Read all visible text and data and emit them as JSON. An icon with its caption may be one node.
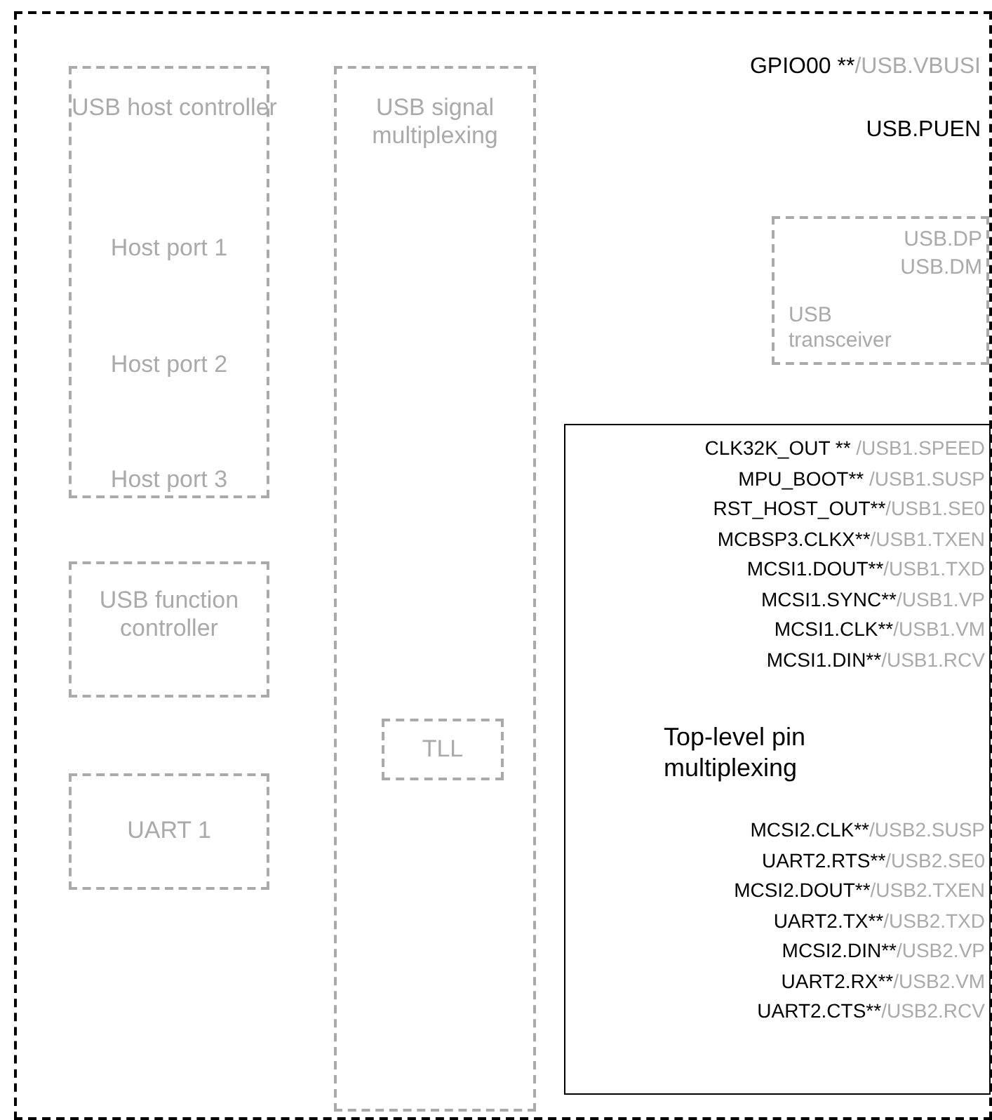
{
  "diagram": {
    "nodes": [
      {
        "text": [],
        "shape": "box"
      },
      {
        "text": [
          "USB host controller",
          "Host port 1",
          "Host port 2",
          "Host port 3"
        ],
        "in": 0
      },
      {
        "text": [
          "USB signal multiplexing"
        ],
        "in": 0
      },
      {
        "text": [
          "TLL"
        ],
        "in": 2
      },
      {
        "text": [
          "USB function controller"
        ],
        "in": 0
      },
      {
        "text": [
          "UART 1"
        ],
        "in": 0
      },
      {
        "text": [
          "USB.DP",
          "USB.DM",
          "USB transceiver"
        ],
        "in": 0
      },
      {
        "text": [
          "CLK32K_OUT ** /USB1.SPEED",
          "MPU_BOOT** /USB1.SUSP",
          "RST_HOST_OUT**/USB1.SE0",
          "MCBSP3.CLKX**/USB1.TXEN",
          "MCSI1.DOUT**/USB1.TXD",
          "MCSI1.SYNC**/USB1.VP",
          "MCSI1.CLK**/USB1.VM",
          "MCSI1.DIN**/USB1.RCV",
          "Top-level pin multiplexing",
          "MCSI2.CLK**/USB2.SUSP",
          "UART2.RTS**/USB2.SE0",
          "MCSI2.DOUT**/USB2.TXEN",
          "UART2.TX**/USB2.TXD",
          "MCSI2.DIN**/USB2.VP",
          "UART2.RX**/USB2.VM",
          "UART2.CTS**/USB2.RCV"
        ],
        "in": 0
      }
    ],
    "edges": [],
    "labels": [
      "GPIO00 **/USB.VBUSI",
      "USB.PUEN"
    ]
  }
}
